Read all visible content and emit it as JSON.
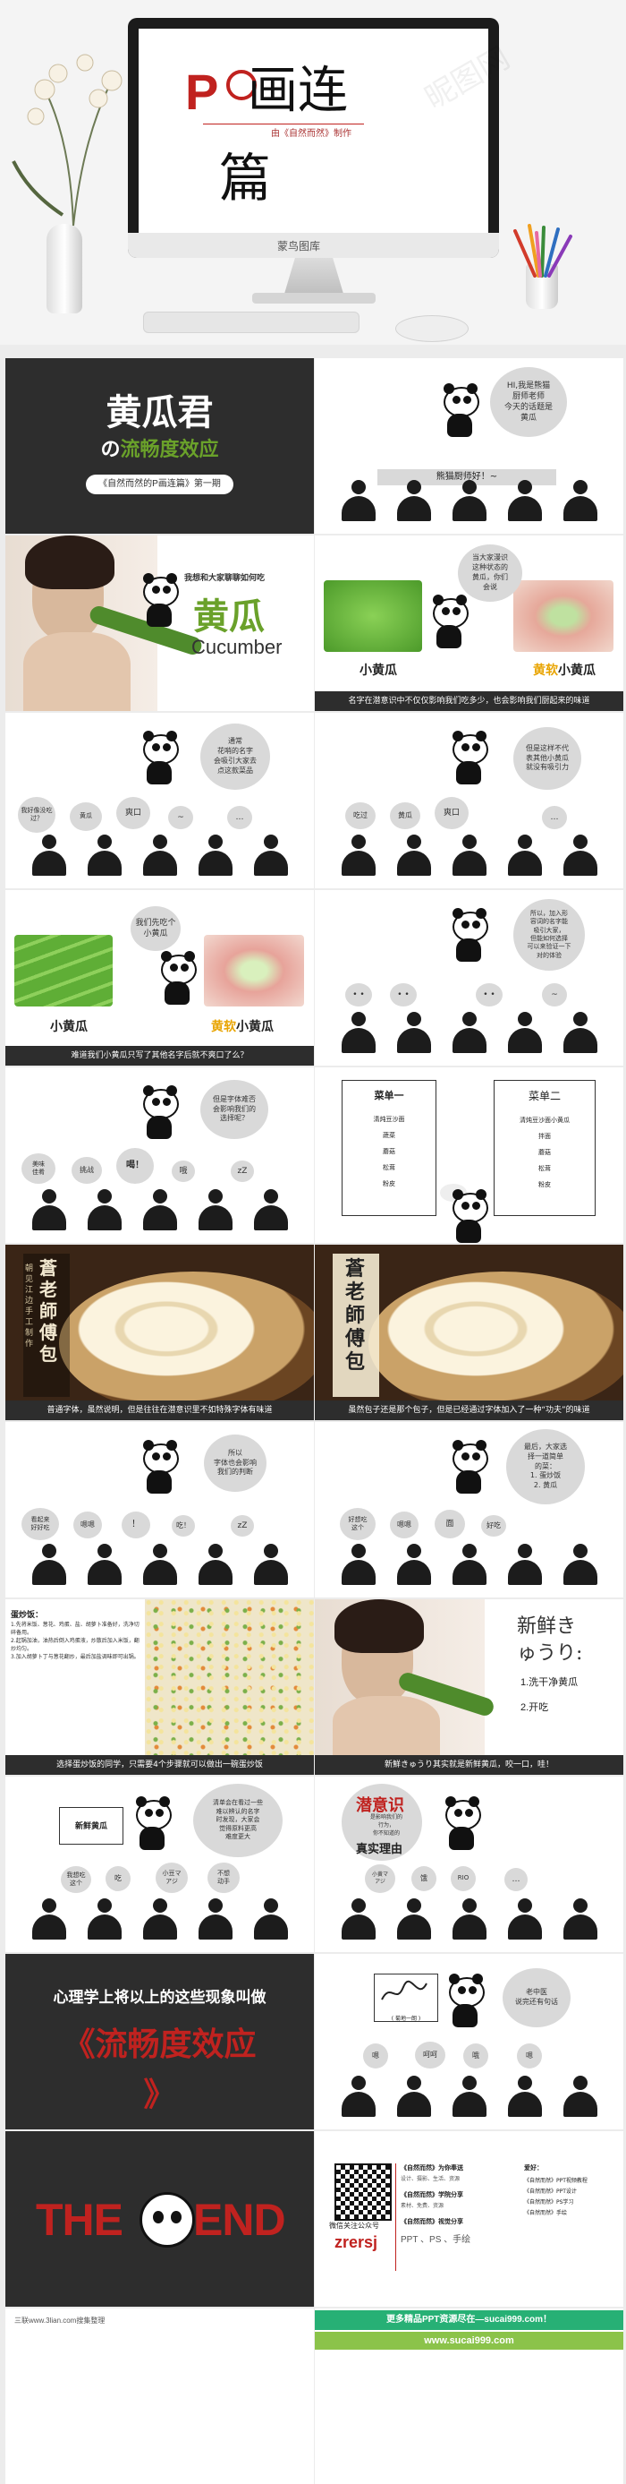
{
  "hero": {
    "title_mark": "P",
    "title_top": "画连",
    "title_bottom": "篇",
    "byline": "由《自然而然》制作",
    "watermark": "昵图网",
    "screen_brand": "蒙鸟图库"
  },
  "s1": {
    "title": "黄瓜君",
    "subtitle_pre": "の",
    "subtitle_hl": "流畅度效应",
    "tag": "《自然而然的P画连篇》第一期"
  },
  "s2": {
    "bubble": "HI,我是熊猫\n厨师老师\n今天的话题是\n黄瓜",
    "caption": "熊猫厨师好！~"
  },
  "s3": {
    "intro": "我想和大家聊聊如何吃",
    "title": "黄瓜",
    "en": "Cucumber"
  },
  "s4": {
    "bubble": "当大家漫识\n这种状态的\n黄瓜，你们\n会说",
    "label_left": "小黄瓜",
    "label_right": "小黄瓜",
    "label_right_pre": "黄软",
    "caption": "名字在潜意识中不仅仅影响我们吃多少，也会影响我们厨起来的味道"
  },
  "s5": {
    "bubble": "通常\n花哨的名字\n会吸引大家去\n点这款菜品",
    "q1": "我好像没吃过？",
    "q2": "黄瓜",
    "q3": "爽口",
    "q4": "~",
    "q5": "…"
  },
  "s6": {
    "bubble": "但是这样不代\n表其他小黄瓜\n就没有吸引力",
    "q1": "吃过",
    "q2": "黄瓜",
    "q3": "爽口",
    "q4": "…"
  },
  "s7": {
    "bubble": "我们先吃个\n小黄瓜",
    "label_left": "小黄瓜",
    "label_right": "小黄瓜",
    "label_right_pre": "黄软",
    "caption": "难道我们小黄瓜只写了其他名字后就不爽口了么？"
  },
  "s8": {
    "bubble": "所以，加入形\n容词的名字能\n吸引大家，\n但能如何选择\n可以来验证一下\n对的体验",
    "q1": "•  •",
    "q2": "•  •",
    "q3": "•  •",
    "q4": "~"
  },
  "s9": {
    "bubble": "但是字体难否\n会影响我们的\n选择呢？",
    "q1": "美味\n佳肴",
    "q2": "挑战",
    "q3": "喝！",
    "q4": "哦",
    "q5": "zZ"
  },
  "s10": {
    "menu1_title": "菜单一",
    "menu1_items": [
      "清炖豆沙面",
      "蔬菜",
      "蘑菇",
      "松茸",
      "粉皮"
    ],
    "menu2_title": "菜单二",
    "menu2_items": [
      "清炖豆沙面小黄瓜",
      "拌面",
      "蘑菇",
      "松茸",
      "粉皮"
    ]
  },
  "s11": {
    "sign": "蒼老師傅包",
    "side": "朝见江边手工制作",
    "caption": "普通字体，虽然说明，但是往往在潜意识里不如特殊字体有味道"
  },
  "s12": {
    "sign": "蒼老師傅包",
    "caption": "虽然包子还是那个包子，但是已经通过字体加入了一种“功夫”的味道",
    "caption_hl": "功夫"
  },
  "s13": {
    "bubble": "所以\n字体也会影响\n我们的判断",
    "q1": "看起来\n好好吃",
    "q2": "嗯嗯",
    "q3": "！",
    "q4": "吃！",
    "q5": "zZ"
  },
  "s14": {
    "bubble": "最后，大家选\n择一道简单\n的菜：\n1. 蛋炒饭\n2. 黄瓜",
    "q1": "好想吃\n这个",
    "q2": "嗯嗯",
    "q3": "面",
    "q4": "好吃"
  },
  "s15": {
    "title": "蛋炒饭：",
    "steps": [
      "1.先将米饭、葱花、鸡蛋、盐、胡萝卜准备好，洗净切碎备用。",
      "2.起锅加油，油热后倒入鸡蛋液，炒散后加入米饭，翻炒均匀。",
      "3.加入胡萝卜丁与葱花翻炒，最后加盐调味即可出锅。"
    ],
    "caption": "选择蛋炒饭的同学，只需要4个步骤就可以做出一碗蛋炒饭"
  },
  "s16": {
    "title_line1": "新鲜き",
    "title_line2": "ゅうり:",
    "step1": "1.洗干净黄瓜",
    "step2": "2.开吃",
    "caption": "新鮮きゅうり其实就是新鲜黄瓜，咬一口，哇！"
  },
  "s17": {
    "sign": "新鲜黄瓜",
    "bubble": "清单会在看过一些\n难以辨认的名字\n时发现，大家会\n觉得原料更高\n难度更大",
    "q1": "我想吃\n这个",
    "q2": "吃",
    "q3": "小豆マ\nアジ",
    "q4": "不想\n动手"
  },
  "s18": {
    "title1": "潜意识",
    "title2": "真实理由",
    "sub": "是影响我们的\n行为，\n你不知道的",
    "q1": "小黄マ\nアジ",
    "q2": "饿",
    "q3": "RIO",
    "q4": "…"
  },
  "s19": {
    "line": "心理学上将以上的这些现象叫做",
    "big": "《流畅度效应",
    "big2": "》"
  },
  "s20": {
    "note": "( 菊地一朗 )",
    "bubble": "老中医\n说完还有句话",
    "q1": "嗯",
    "q2": "呵呵",
    "q3": "哦",
    "q4": "嗯"
  },
  "s21": {
    "the": "THE",
    "end": "END"
  },
  "s22": {
    "qr_label": "微信关注公众号",
    "brand": "zrersj",
    "sub": "PPT 、PS 、手绘",
    "col1_head": "《自然而然》为你奉送",
    "col1_body": "设计、摄影、生活、资源",
    "col2_head": "《自然而然》学院分享",
    "col2_body": "素材、免费、资源",
    "col3_head": "《自然而然》视觉分享",
    "right_head": "爱好：",
    "right_items": [
      "《自然而然》PPT视频教程",
      "《自然而然》PPT设计",
      "《自然而然》PS学习",
      "《自然而然》手绘"
    ]
  },
  "footer": {
    "left": "三联www.3lian.com搜集整理",
    "banner": "更多精品PPT资源尽在—sucai999.com！",
    "url": "www.sucai999.com"
  },
  "colors": {
    "accent_red": "#c0221f",
    "accent_green": "#6aa12a",
    "dark": "#2d2d2d",
    "banner": "#27b075"
  }
}
